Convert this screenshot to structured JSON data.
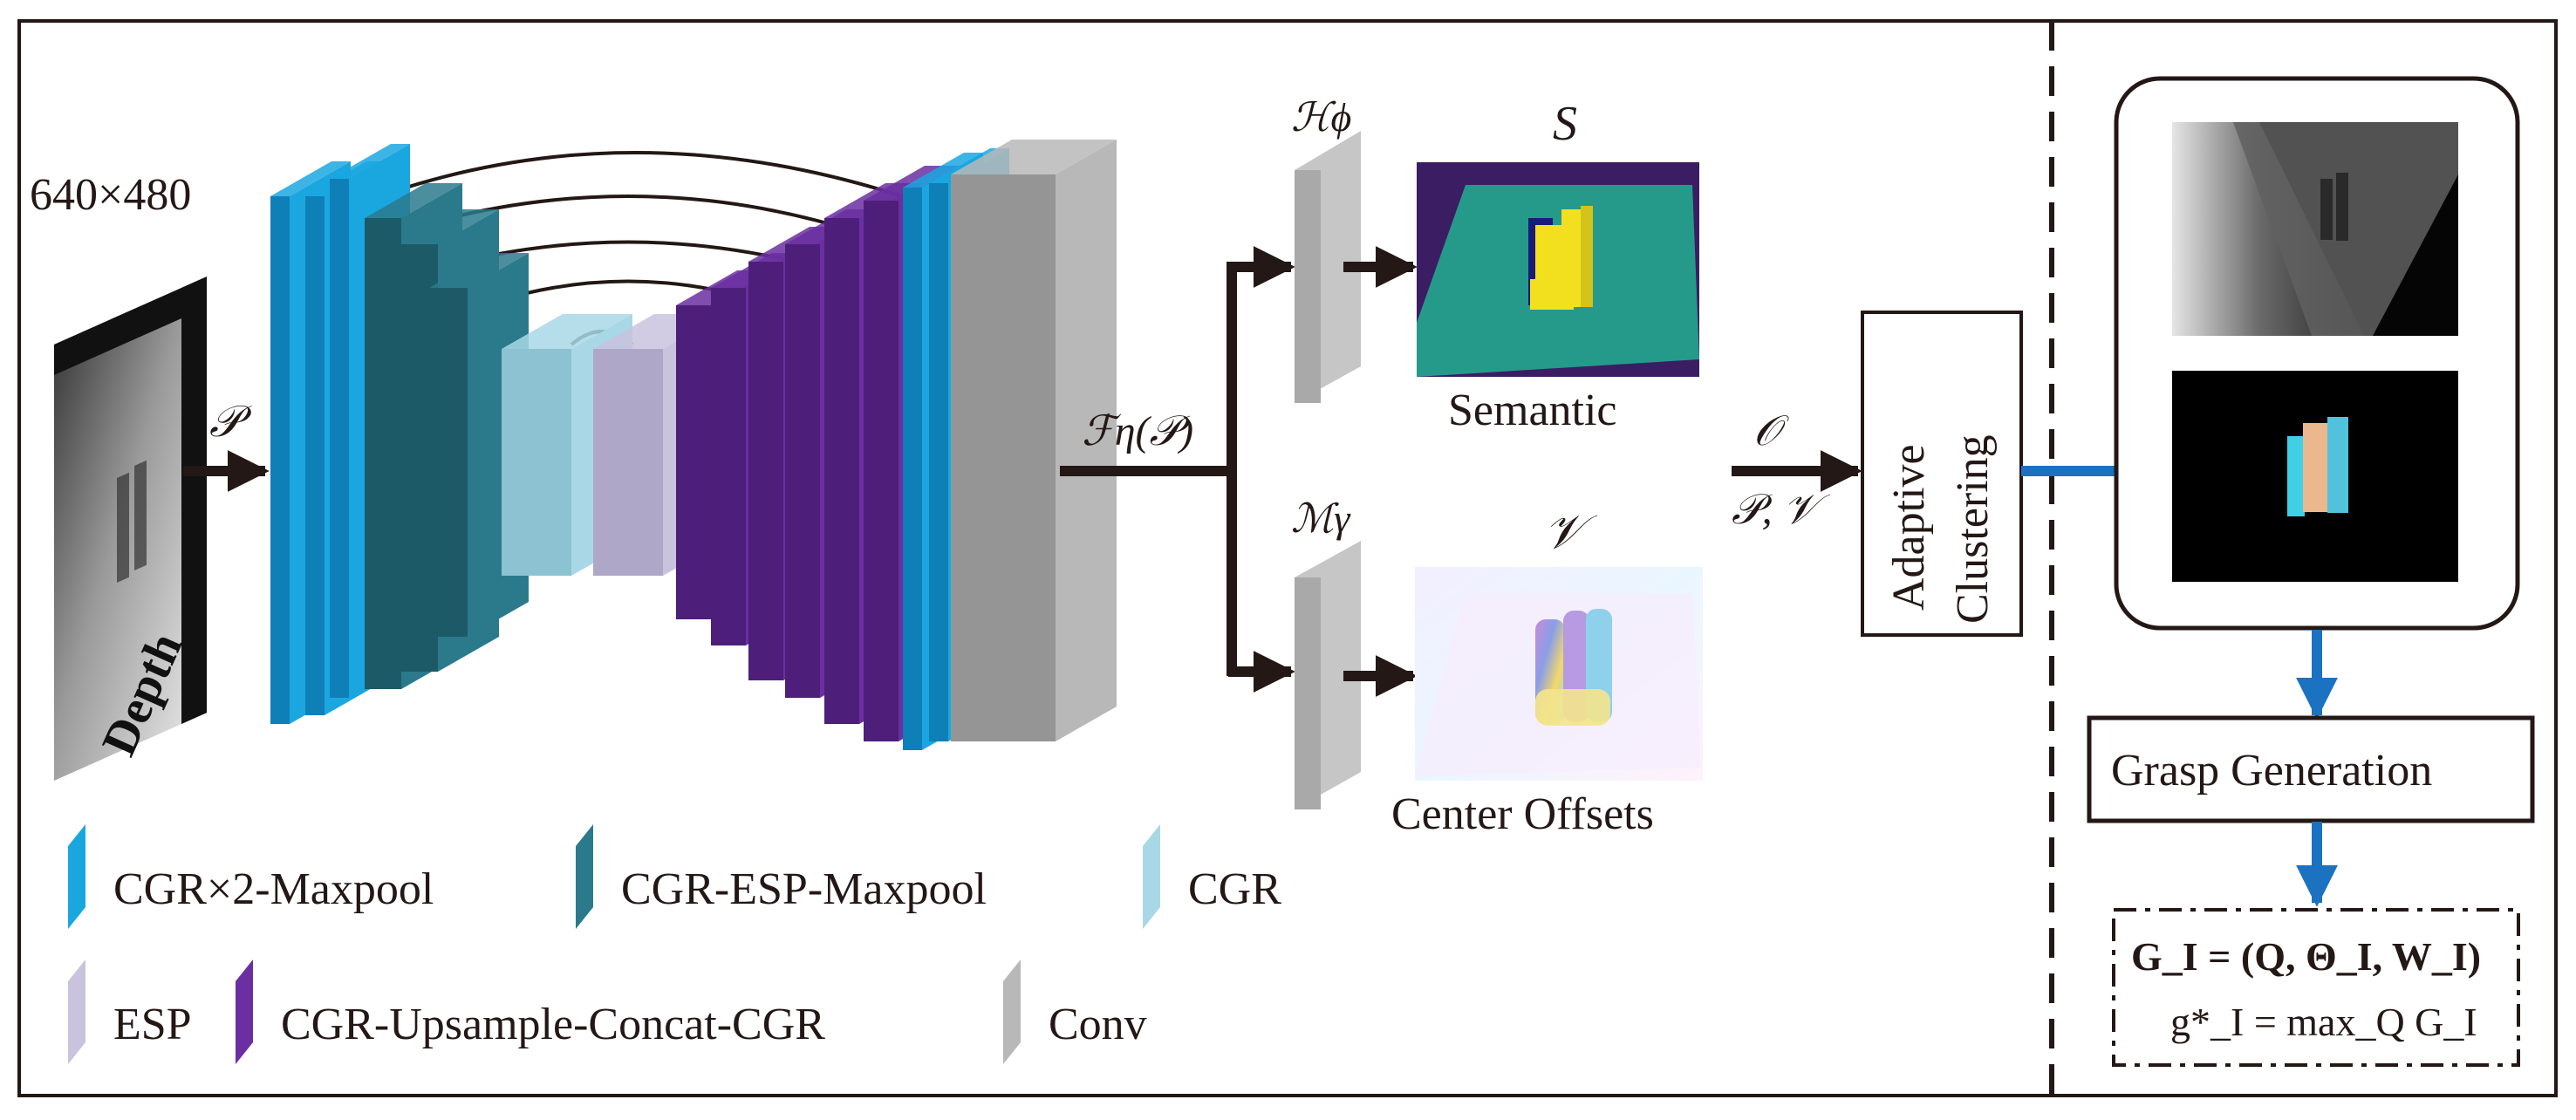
{
  "input": {
    "resolution": "640×480",
    "label": "Depth",
    "arrow_symbol": "𝒫"
  },
  "features_label": "ℱη(𝒫)",
  "heads": {
    "semantic_head": "ℋϕ",
    "offset_head": "ℳγ",
    "semantic_symbol": "S",
    "semantic_caption": "Semantic",
    "offset_symbol": "𝒱",
    "offset_caption": "Center Offsets"
  },
  "clustering": {
    "top_symbol": "𝒪",
    "bottom_symbol": "𝒫, 𝒱",
    "line1": "Adaptive",
    "line2": "Clustering"
  },
  "grasp_generation": "Grasp Generation",
  "equations": {
    "line1": "G_I = (Q, Θ_I, W_I)",
    "line2": "g*_I = max_Q G_I"
  },
  "legend": [
    {
      "label": "CGR×2-Maxpool",
      "color": "#1aa7e0"
    },
    {
      "label": "CGR-ESP-Maxpool",
      "color": "#2b7a8c"
    },
    {
      "label": "CGR",
      "color": "#a8d8e6"
    },
    {
      "label": "ESP",
      "color": "#c9c3de"
    },
    {
      "label": "CGR-Upsample-Concat-CGR",
      "color": "#6a2fa0"
    },
    {
      "label": "Conv",
      "color": "#b8b8b8"
    }
  ],
  "colors": {
    "arrow_dark": "#231815",
    "arrow_blue": "#1a72c0",
    "semantic_bg": "#3b1d63",
    "semantic_table": "#259a8b",
    "semantic_obj": "#f2e01e"
  }
}
